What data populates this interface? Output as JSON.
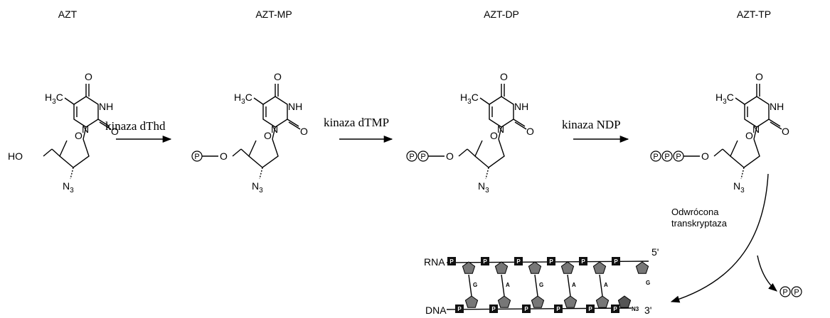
{
  "molecules": [
    {
      "name": "AZT",
      "phosphates": [],
      "left_group": "HO"
    },
    {
      "name": "AZT-MP",
      "phosphates": [
        "P"
      ],
      "left_group": "O"
    },
    {
      "name": "AZT-DP",
      "phosphates": [
        "P",
        "P"
      ],
      "left_group": "O"
    },
    {
      "name": "AZT-TP",
      "phosphates": [
        "P",
        "P",
        "P"
      ],
      "left_group": "O"
    }
  ],
  "atoms": {
    "methyl": "H3C",
    "carbonyl_o": "O",
    "imide": "NH",
    "ring_n": "N",
    "azide": "N3",
    "ring_o": "O"
  },
  "steps": [
    {
      "enzyme": "kinaza dThd"
    },
    {
      "enzyme": "kinaza dTMP"
    },
    {
      "enzyme": "kinaza NDP"
    }
  ],
  "rt": {
    "line1": "Odwrócona",
    "line2": "transkryptaza"
  },
  "byproduct": [
    "P",
    "P"
  ],
  "duplex": {
    "rna_label": "RNA",
    "dna_label": "DNA",
    "rna_end": "5'",
    "dna_end": "3'",
    "phosphate": "P",
    "terminal": "N3",
    "pairs": [
      "G",
      "A",
      "G",
      "A",
      "A"
    ],
    "rna_tail": "G"
  }
}
